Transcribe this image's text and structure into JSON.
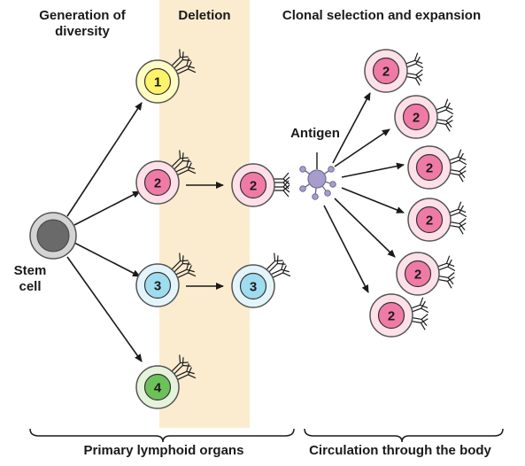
{
  "headings": {
    "generation": "Generation of diversity",
    "deletion": "Deletion",
    "clonal": "Clonal selection and expansion"
  },
  "stem_label": "Stem cell",
  "antigen_label": "Antigen",
  "footer": {
    "left": "Primary lymphoid organs",
    "right": "Circulation through the body"
  },
  "cells": {
    "c1": "1",
    "c2": "2",
    "c3": "3",
    "c4": "4"
  },
  "colors": {
    "deletion_band": "#fbeccf",
    "stem_outer": "#d4d4d4",
    "stem_inner": "#6a6a6a",
    "cell1_outer": "#fffdc4",
    "cell1_inner": "#fff36b",
    "cell2_outer": "#fde0e8",
    "cell2_inner": "#f07aa6",
    "cell3_outer": "#e3f5fb",
    "cell3_inner": "#9fdcf0",
    "cell4_outer": "#e6f3dc",
    "cell4_inner": "#6dc15a",
    "antigen": "#a89ccd"
  }
}
